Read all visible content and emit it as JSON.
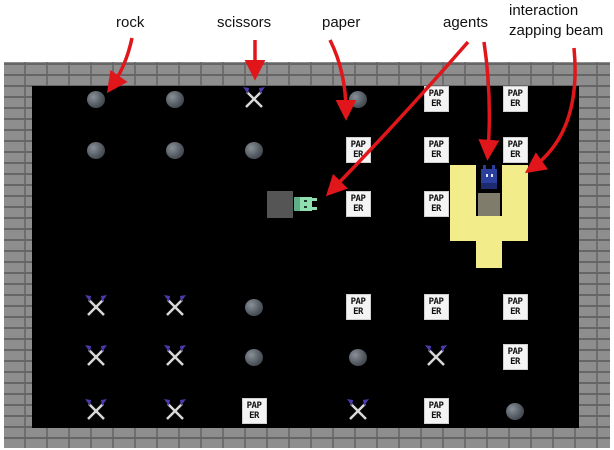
{
  "labels": {
    "rock": "rock",
    "scissors": "scissors",
    "paper": "paper",
    "agents": "agents",
    "beam_line1": "interaction",
    "beam_line2": "zapping beam"
  },
  "paper_text": {
    "line1": "PAP",
    "line2": "ER"
  },
  "colors": {
    "floor": "#000000",
    "wall": "#8e8e8e",
    "beam": "#f3ec8a",
    "arrow": "#e0161b",
    "agent_blue": "#2b3f9e",
    "agent_green": "#8fdfb0",
    "agent_gray": "#555555"
  },
  "agents": [
    {
      "name": "agent-green",
      "facing": "right"
    },
    {
      "name": "agent-blue",
      "facing": "up"
    }
  ],
  "grid": {
    "cols": 6,
    "rows": 7,
    "cells": [
      {
        "row": 0,
        "col": 0,
        "type": "rock"
      },
      {
        "row": 0,
        "col": 1,
        "type": "rock"
      },
      {
        "row": 0,
        "col": 2,
        "type": "scissors"
      },
      {
        "row": 0,
        "col": 3,
        "type": "rock"
      },
      {
        "row": 0,
        "col": 4,
        "type": "paper"
      },
      {
        "row": 0,
        "col": 5,
        "type": "paper"
      },
      {
        "row": 1,
        "col": 0,
        "type": "rock"
      },
      {
        "row": 1,
        "col": 1,
        "type": "rock"
      },
      {
        "row": 1,
        "col": 2,
        "type": "rock"
      },
      {
        "row": 1,
        "col": 3,
        "type": "paper"
      },
      {
        "row": 1,
        "col": 4,
        "type": "paper"
      },
      {
        "row": 1,
        "col": 5,
        "type": "paper"
      },
      {
        "row": 2,
        "col": 3,
        "type": "paper"
      },
      {
        "row": 2,
        "col": 4,
        "type": "paper"
      },
      {
        "row": 4,
        "col": 0,
        "type": "scissors"
      },
      {
        "row": 4,
        "col": 1,
        "type": "scissors"
      },
      {
        "row": 4,
        "col": 2,
        "type": "rock"
      },
      {
        "row": 4,
        "col": 3,
        "type": "paper"
      },
      {
        "row": 4,
        "col": 4,
        "type": "paper"
      },
      {
        "row": 4,
        "col": 5,
        "type": "paper"
      },
      {
        "row": 5,
        "col": 0,
        "type": "scissors"
      },
      {
        "row": 5,
        "col": 1,
        "type": "scissors"
      },
      {
        "row": 5,
        "col": 2,
        "type": "rock"
      },
      {
        "row": 5,
        "col": 3,
        "type": "rock"
      },
      {
        "row": 5,
        "col": 4,
        "type": "scissors"
      },
      {
        "row": 5,
        "col": 5,
        "type": "paper"
      },
      {
        "row": 6,
        "col": 0,
        "type": "scissors"
      },
      {
        "row": 6,
        "col": 1,
        "type": "scissors"
      },
      {
        "row": 6,
        "col": 2,
        "type": "paper"
      },
      {
        "row": 6,
        "col": 3,
        "type": "scissors"
      },
      {
        "row": 6,
        "col": 4,
        "type": "paper"
      },
      {
        "row": 6,
        "col": 5,
        "type": "rock"
      }
    ]
  }
}
